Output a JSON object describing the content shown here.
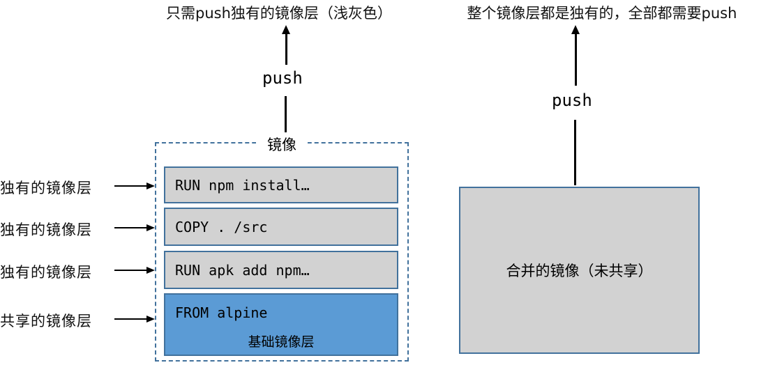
{
  "left_diagram": {
    "caption": "只需push独有的镜像层（浅灰色）",
    "push_label": "push",
    "image_title": "镜像",
    "layers": [
      {
        "text": "RUN npm install…",
        "type": "unique"
      },
      {
        "text": "COPY . /src",
        "type": "unique"
      },
      {
        "text": "RUN apk add npm…",
        "type": "unique"
      },
      {
        "text": "FROM alpine",
        "sublabel": "基础镜像层",
        "type": "shared"
      }
    ],
    "side_labels": [
      {
        "text": "独有的镜像层"
      },
      {
        "text": "独有的镜像层"
      },
      {
        "text": "独有的镜像层"
      },
      {
        "text": "共享的镜像层"
      }
    ]
  },
  "right_diagram": {
    "caption": "整个镜像层都是独有的，全部都需要push",
    "push_label": "push",
    "box_label": "合并的镜像（未共享）"
  },
  "colors": {
    "unique_layer_fill": "#d2d2d2",
    "shared_layer_fill": "#5b9bd5",
    "box_border": "#41719c",
    "arrow": "#000000",
    "background": "#ffffff"
  }
}
